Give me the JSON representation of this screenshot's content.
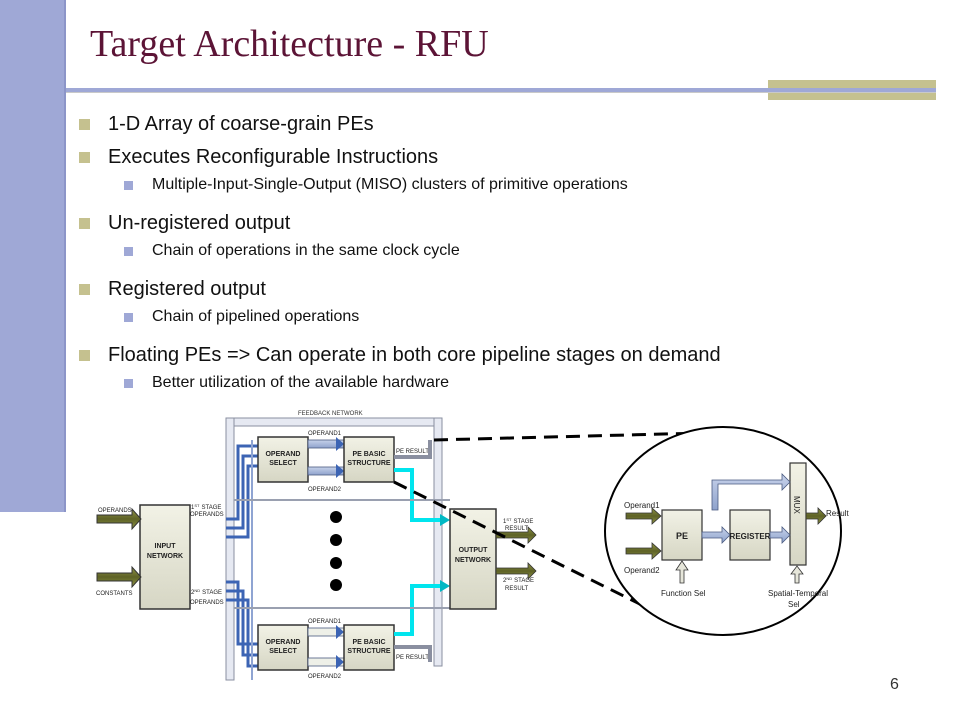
{
  "slide": {
    "title": "Target Architecture - RFU",
    "page_number": "6",
    "colors": {
      "title": "#5c1436",
      "left_bar": "#9fa8d6",
      "accent_block": "#c5c18f",
      "cyan_bus": "#00e5ee",
      "blue_bus": "#3c64b4"
    }
  },
  "bullets": [
    {
      "level": 1,
      "text": "1-D Array of coarse-grain PEs"
    },
    {
      "level": 1,
      "text": "Executes Reconfigurable Instructions"
    },
    {
      "level": 2,
      "text": "Multiple-Input-Single-Output (MISO) clusters of primitive operations"
    },
    {
      "level": 1,
      "text": "Un-registered output"
    },
    {
      "level": 2,
      "text": "Chain of operations in the same clock cycle"
    },
    {
      "level": 1,
      "text": "Registered output"
    },
    {
      "level": 2,
      "text": "Chain of pipelined operations"
    },
    {
      "level": 1,
      "text": "Floating PEs => Can operate in both core pipeline stages on demand"
    },
    {
      "level": 2,
      "text": "Better utilization of the available hardware"
    }
  ],
  "diagram": {
    "feedback_network": "FEEDBACK NETWORK",
    "operand1": "OPERAND1",
    "operand2": "OPERAND2",
    "operand_select_line1": "OPERAND",
    "operand_select_line2": "SELECT",
    "pe_basic_line1": "PE BASIC",
    "pe_basic_line2": "STRUCTURE",
    "pe_result": "PE RESULT",
    "input_network_line1": "INPUT",
    "input_network_line2": "NETWORK",
    "output_network_line1": "OUTPUT",
    "output_network_line2": "NETWORK",
    "operands": "OPERANDS",
    "constants": "CONSTANTS",
    "stage1_num": "1",
    "stage1_sup": "ST",
    "stage2_num": "2",
    "stage2_sup": "ND",
    "stage_word": "STAGE",
    "operands_word": "OPERANDS",
    "result_word": "RESULT"
  },
  "zoom": {
    "operand1": "Operand1",
    "operand2": "Operand2",
    "pe": "PE",
    "register": "REGISTER",
    "mux": "MUX",
    "result": "Result",
    "function_sel": "Function Sel",
    "spatial_temporal_line1": "Spatial-Temporal",
    "spatial_temporal_line2": "Sel"
  }
}
